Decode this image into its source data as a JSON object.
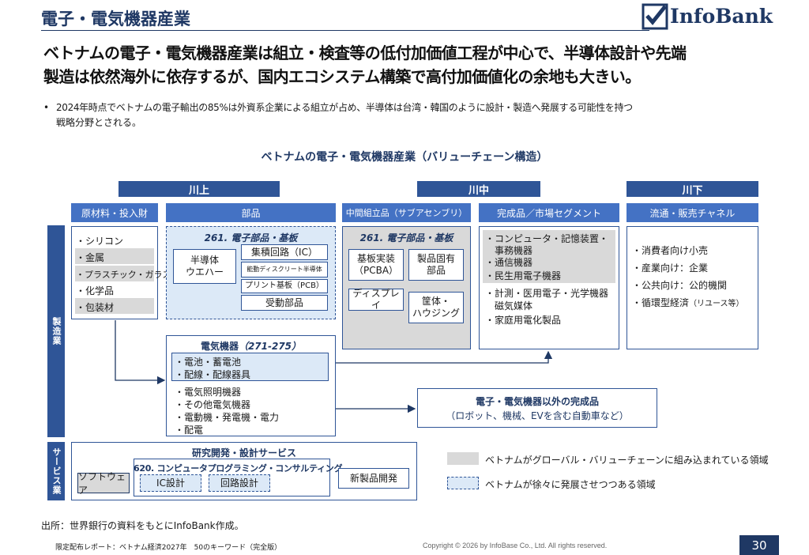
{
  "header": {
    "title": "電子・電気機器産業",
    "logo_text": "InfoBank",
    "headline_line1": "ベトナムの電子・電気機器産業は組立・検査等の低付加価値工程が中心で、半導体設計や先端",
    "headline_line2": "製造は依然海外に依存するが、国内エコシステム構築で高付加価値化の余地も大きい。",
    "bullet_line1": "2024年時点でベトナムの電子輸出の85%は外資系企業による組立が占め、半導体は台湾・韓国のように設計・製造へ発展する可能性を持つ",
    "bullet_line2": "戦略分野とされる。"
  },
  "diagram": {
    "title": "ベトナムの電子・電気機器産業（バリューチェーン構造）",
    "stages": {
      "upstream": "川上",
      "midstream": "川中",
      "downstream": "川下"
    },
    "columns": {
      "materials": "原材料・投入財",
      "parts": "部品",
      "intermediate": "中間組立品（サブアセンブリ）",
      "finished": "完成品／市場セグメント",
      "distribution": "流通・販売チャネル"
    },
    "row_labels": {
      "manufacturing": "製造業",
      "services": "サービス業"
    },
    "materials": [
      "・シリコン",
      "・金属",
      "・プラスチック・ガラス",
      "・化学品",
      "・包装材"
    ],
    "parts_box": {
      "title": "261. 電子部品・基板",
      "wafer_line1": "半導体",
      "wafer_line2": "ウエハー",
      "ic": "集積回路（IC）",
      "discrete": "能動ディスクリート半導体",
      "pcb": "プリント基板（PCB）",
      "passive": "受動部品"
    },
    "intermediate_box": {
      "title": "261. 電子部品・基板",
      "pcba_line1": "基板実装",
      "pcba_line2": "（PCBA）",
      "display": "ディスプレイ",
      "product_parts_line1": "製品固有",
      "product_parts_line2": "部品",
      "housing_line1": "筐体・",
      "housing_line2": "ハウジング"
    },
    "finished": {
      "item1_line1": "・コンピュータ・記憶装置・",
      "item1_line2": "事務機器",
      "item2": "・通信機器",
      "item3": "・民生用電子機器",
      "item4_line1": "・計測・医用電子・光学機器",
      "item4_line2": "磁気媒体",
      "item5": "・家庭用電化製品"
    },
    "distribution": [
      "・消費者向け小売",
      "・産業向け：企業",
      "・公共向け：公的機関",
      "・循環型経済"
    ],
    "distribution_note": "（リユース等）",
    "electrical": {
      "title_main": "電気機器",
      "title_code": "（271-275）",
      "items": [
        "・電池・蓄電池",
        "・配線・配線器具",
        "・電気照明機器",
        "・その他電気機器",
        "・電動機・発電機・電力",
        "・配電"
      ]
    },
    "other_products": {
      "title": "電子・電気機器以外の完成品",
      "subtitle": "（ロボット、機械、EVを含む自動車など）"
    },
    "services": {
      "title": "研究開発・設計サービス",
      "software": "ソフトウェア",
      "consulting_title": "620. コンピュータプログラミング・コンサルティング",
      "ic_design": "IC設計",
      "circuit_design": "回路設計",
      "new_product": "新製品開発"
    },
    "legend": {
      "gray": "ベトナムがグローバル・バリューチェーンに組み込まれている領域",
      "dashed": "ベトナムが徐々に発展させつつある領域"
    }
  },
  "footer": {
    "source": "出所：世界銀行の資料をもとにInfoBank作成。",
    "report": "限定配布レポート：ベトナム経済2027年　50のキーワード（完全版）",
    "copyright": "Copyright © 2026 by InfoBase Co., Ltd. All rights reserved.",
    "page_number": "30"
  },
  "colors": {
    "navy": "#1f3864",
    "accent_blue": "#2f5597",
    "light_blue": "#dce9f7",
    "gray": "#d9d9d9"
  }
}
